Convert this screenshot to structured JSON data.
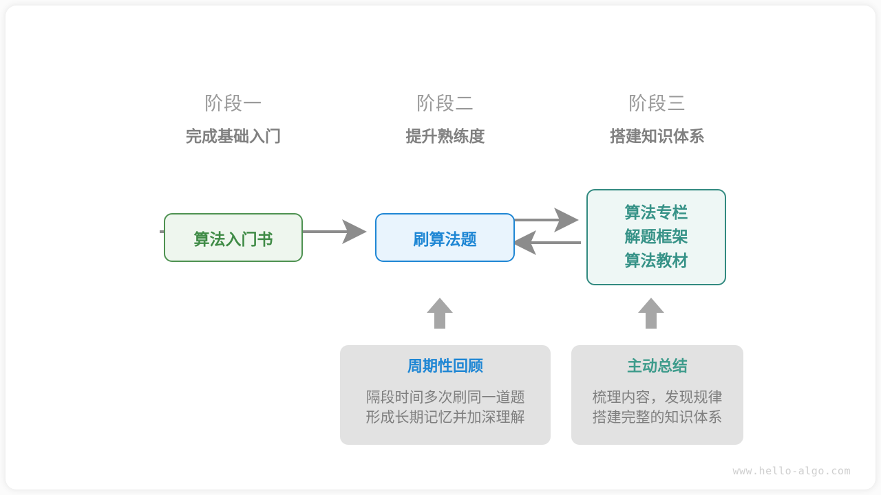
{
  "diagram": {
    "watermark": "www.hello-algo.com",
    "colors": {
      "green": "#3f8b46",
      "blue": "#1e86d4",
      "teal": "#369287",
      "gray_text": "#7f7f7f",
      "heading_gray": "#9a9a9a",
      "arrow_gray": "#8c8c8c",
      "habit_bg": "#e2e2e2"
    },
    "stages": [
      {
        "name": "阶段一",
        "goal": "完成基础入门"
      },
      {
        "name": "阶段二",
        "goal": "提升熟练度"
      },
      {
        "name": "阶段三",
        "goal": "搭建知识体系"
      }
    ],
    "nodes": {
      "book": {
        "label": "算法入门书"
      },
      "practice": {
        "label": "刷算法题"
      },
      "resources": {
        "lines": [
          "算法专栏",
          "解题框架",
          "算法教材"
        ]
      }
    },
    "habits": [
      {
        "title": "周期性回顾",
        "lines": [
          "隔段时间多次刷同一道题",
          "形成长期记忆并加深理解"
        ]
      },
      {
        "title": "主动总结",
        "lines": [
          "梳理内容，发现规律",
          "搭建完整的知识体系"
        ]
      }
    ]
  }
}
